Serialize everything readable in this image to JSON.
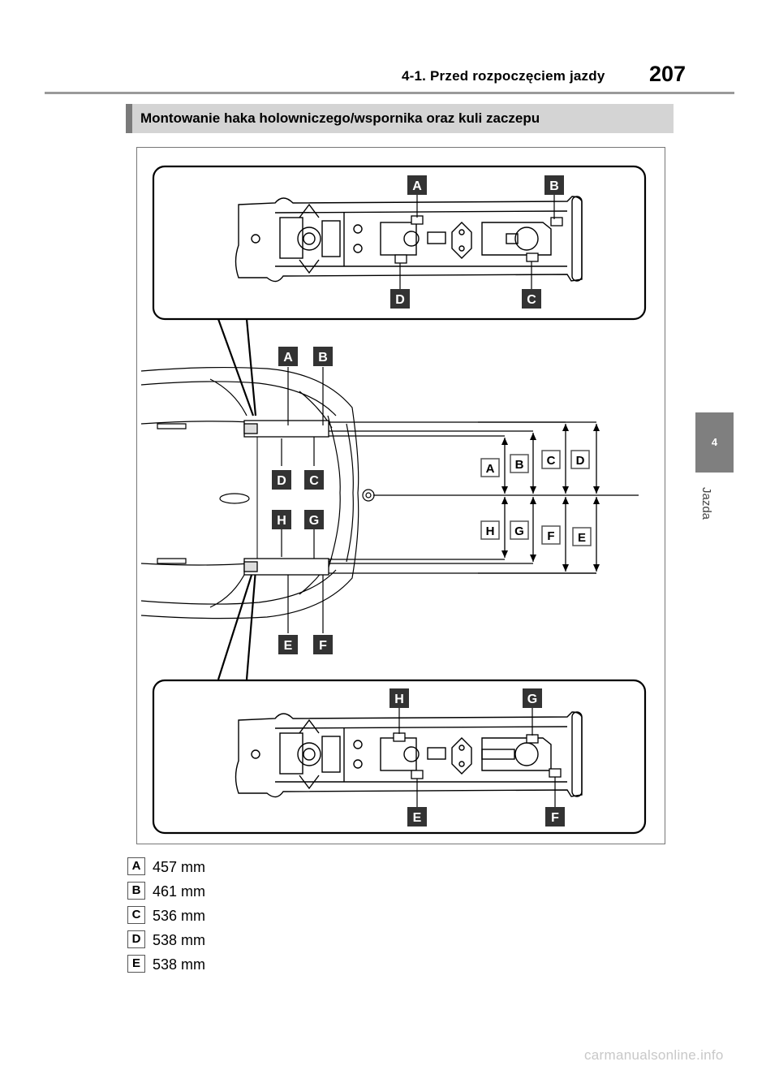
{
  "header": {
    "title": "4-1. Przed rozpoczęciem jazdy",
    "page_number": "207"
  },
  "section": {
    "title": "Montowanie haka holowniczego/wspornika oraz kuli zaczepu"
  },
  "side_tab": {
    "chapter_number": "4",
    "chapter_name": "Jazda"
  },
  "figure": {
    "callouts": {
      "top_detail": [
        "A",
        "B",
        "C",
        "D"
      ],
      "car_upper": [
        "A",
        "B",
        "C",
        "D"
      ],
      "car_lower": [
        "E",
        "F",
        "G",
        "H"
      ],
      "dimensions_upper": [
        "A",
        "B",
        "C",
        "D"
      ],
      "dimensions_lower": [
        "E",
        "F",
        "G",
        "H"
      ],
      "bottom_detail": [
        "E",
        "F",
        "G",
        "H"
      ]
    }
  },
  "legend": [
    {
      "key": "A",
      "value": "457 mm"
    },
    {
      "key": "B",
      "value": "461 mm"
    },
    {
      "key": "C",
      "value": "536 mm"
    },
    {
      "key": "D",
      "value": "538 mm"
    },
    {
      "key": "E",
      "value": "538 mm"
    }
  ],
  "watermark": "carmanualsonline.info"
}
